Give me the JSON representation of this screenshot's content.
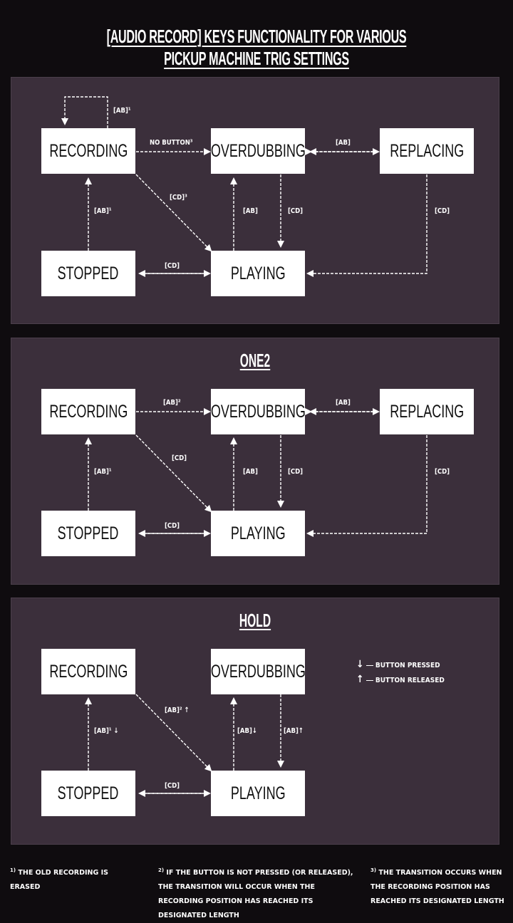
{
  "title": "[AUDIO RECORD] KEYS FUNCTIONALITY FOR VARIOUS PICKUP MACHINE TRIG SETTINGS",
  "panels": [
    {
      "title": "",
      "states": {
        "recording": "RECORDING",
        "overdubbing": "OVERDUBBING",
        "replacing": "REPLACING",
        "stopped": "STOPPED",
        "playing": "PLAYING"
      },
      "labels": {
        "self_loop": "[AB]¹",
        "rec_to_ovr": "NO BUTTON³",
        "ovr_rep": "[AB]",
        "rec_to_play": "[CD]³",
        "stop_to_rec": "[AB]¹",
        "play_to_ovr": "[AB]",
        "ovr_to_play": "[CD]",
        "rep_to_play": "[CD]",
        "stop_play": "[CD]"
      }
    },
    {
      "title": "ONE2",
      "states": {
        "recording": "RECORDING",
        "overdubbing": "OVERDUBBING",
        "replacing": "REPLACING",
        "stopped": "STOPPED",
        "playing": "PLAYING"
      },
      "labels": {
        "rec_to_ovr": "[AB]²",
        "ovr_rep": "[AB]",
        "rec_to_play": "[CD]",
        "stop_to_rec": "[AB]¹",
        "play_to_ovr": "[AB]",
        "ovr_to_play": "[CD]",
        "rep_to_play": "[CD]",
        "stop_play": "[CD]"
      }
    },
    {
      "title": "HOLD",
      "states": {
        "recording": "RECORDING",
        "overdubbing": "OVERDUBBING",
        "stopped": "STOPPED",
        "playing": "PLAYING"
      },
      "labels": {
        "rec_to_play": "[AB]² ↑",
        "stop_to_rec": "[AB]¹ ↓",
        "play_to_ovr": "[AB]↓",
        "ovr_to_play": "[AB]↑",
        "stop_play": "[CD]"
      },
      "legend": {
        "pressed": "BUTTON PRESSED",
        "released": "BUTTON RELEASED"
      }
    }
  ],
  "footnotes": {
    "f1_mark": "1)",
    "f1": "THE OLD RECORDING IS ERASED",
    "f2_mark": "2)",
    "f2": "IF THE BUTTON IS NOT PRESSED (OR RELEASED), THE TRANSITION WILL OCCUR WHEN THE RECORDING POSITION HAS REACHED ITS DESIGNATED LENGTH",
    "f3_mark": "3)",
    "f3": "THE TRANSITION OCCURS WHEN THE RECORDING POSITION HAS REACHED ITS DESIGNATED LENGTH"
  }
}
